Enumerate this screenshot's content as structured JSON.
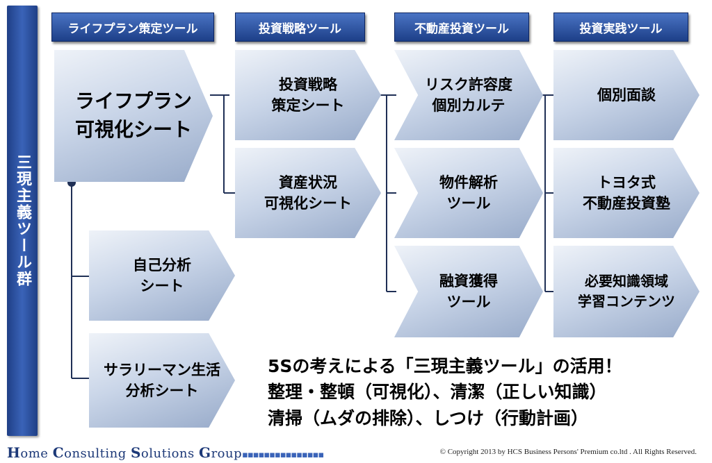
{
  "sidebar_title": "三現主義ツール群",
  "headers": {
    "lifeplan": "ライフプラン策定ツール",
    "strategy": "投資戦略ツール",
    "realestate": "不動産投資ツール",
    "practice": "投資実践ツール"
  },
  "boxes": {
    "lifeplan_visual": "ライフプラン\n可視化シート",
    "self_analysis": "自己分析\nシート",
    "salaryman_analysis": "サラリーマン生活\n分析シート",
    "strategy_sheet": "投資戦略\n策定シート",
    "asset_visual": "資産状況\n可視化シート",
    "risk_karte": "リスク許容度\n個別カルテ",
    "property_tool": "物件解析\nツール",
    "financing_tool": "融資獲得\nツール",
    "interview": "個別面談",
    "toyota_school": "トヨタ式\n不動産投資塾",
    "knowledge_content": "必要知識領域\n学習コンテンツ"
  },
  "message": {
    "line1": "5Sの考えによる「三現主義ツール」の活用！",
    "line2": "整理・整頓（可視化）、清潔（正しい知識）",
    "line3": "清掃（ムダの排除）、しつけ（行動計画）"
  },
  "footer": {
    "company_h": "H",
    "company_ome": "ome ",
    "company_c": "C",
    "company_onsulting": "onsulting ",
    "company_s": "S",
    "company_olutions": "olutions ",
    "company_g": "G",
    "company_roup": "roup",
    "copyright": "© Copyright 2013 by HCS Business Persons' Premium co.ltd . All Rights Reserved."
  },
  "colors": {
    "header_blue": "#1d3f88",
    "box_fill": "#c9d5e8",
    "line": "#1f2f55"
  }
}
